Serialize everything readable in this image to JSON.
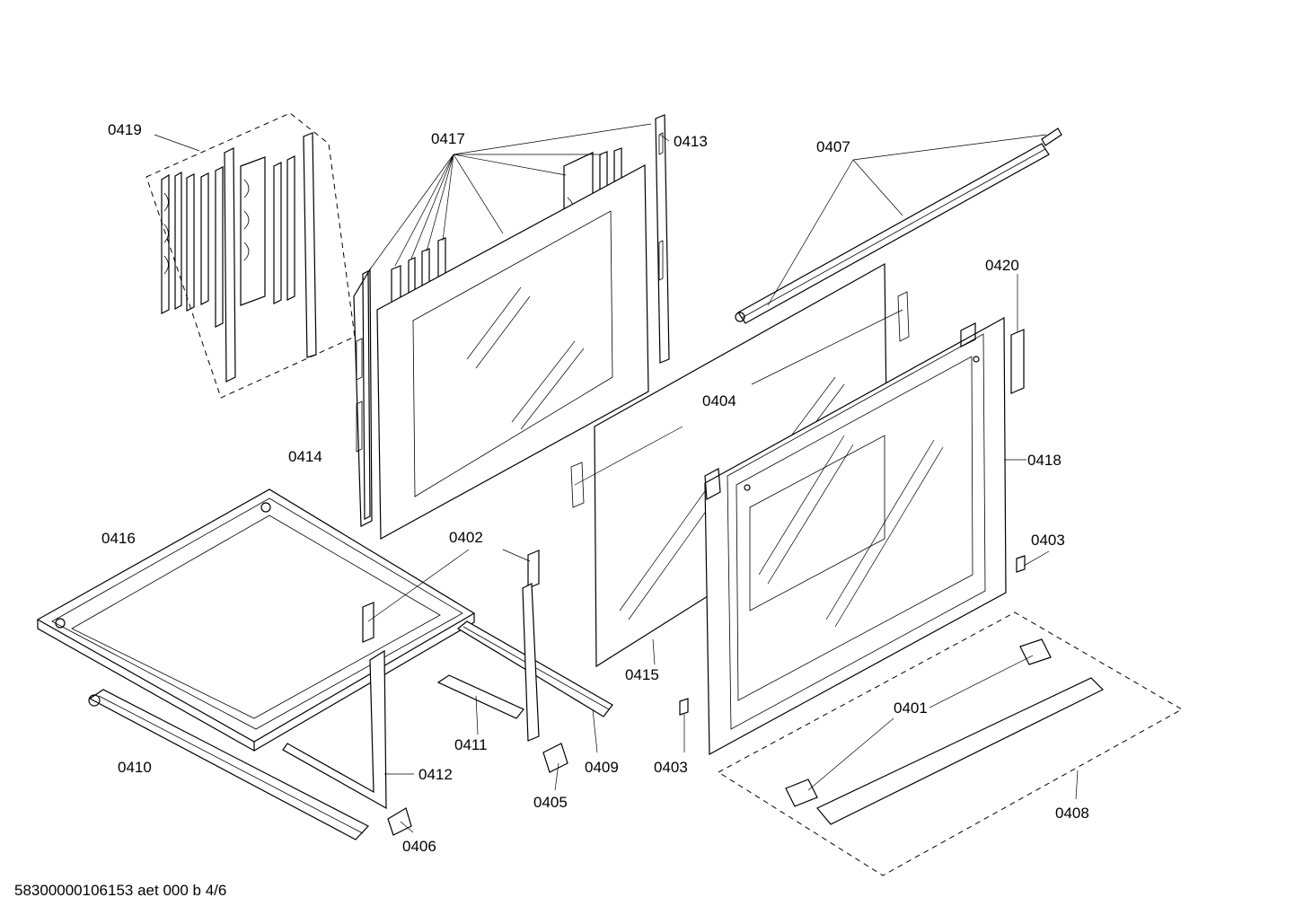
{
  "diagram": {
    "labels": {
      "p0419": "0419",
      "p0417": "0417",
      "p0413": "0413",
      "p0407": "0407",
      "p0420": "0420",
      "p0404": "0404",
      "p0414": "0414",
      "p0418": "0418",
      "p0416": "0416",
      "p0402": "0402",
      "p0403a": "0403",
      "p0415": "0415",
      "p0401": "0401",
      "p0411": "0411",
      "p0409": "0409",
      "p0403b": "0403",
      "p0410": "0410",
      "p0412": "0412",
      "p0405": "0405",
      "p0408": "0408",
      "p0406": "0406"
    },
    "footer": "58300000106153 aet 000 b 4/6"
  }
}
